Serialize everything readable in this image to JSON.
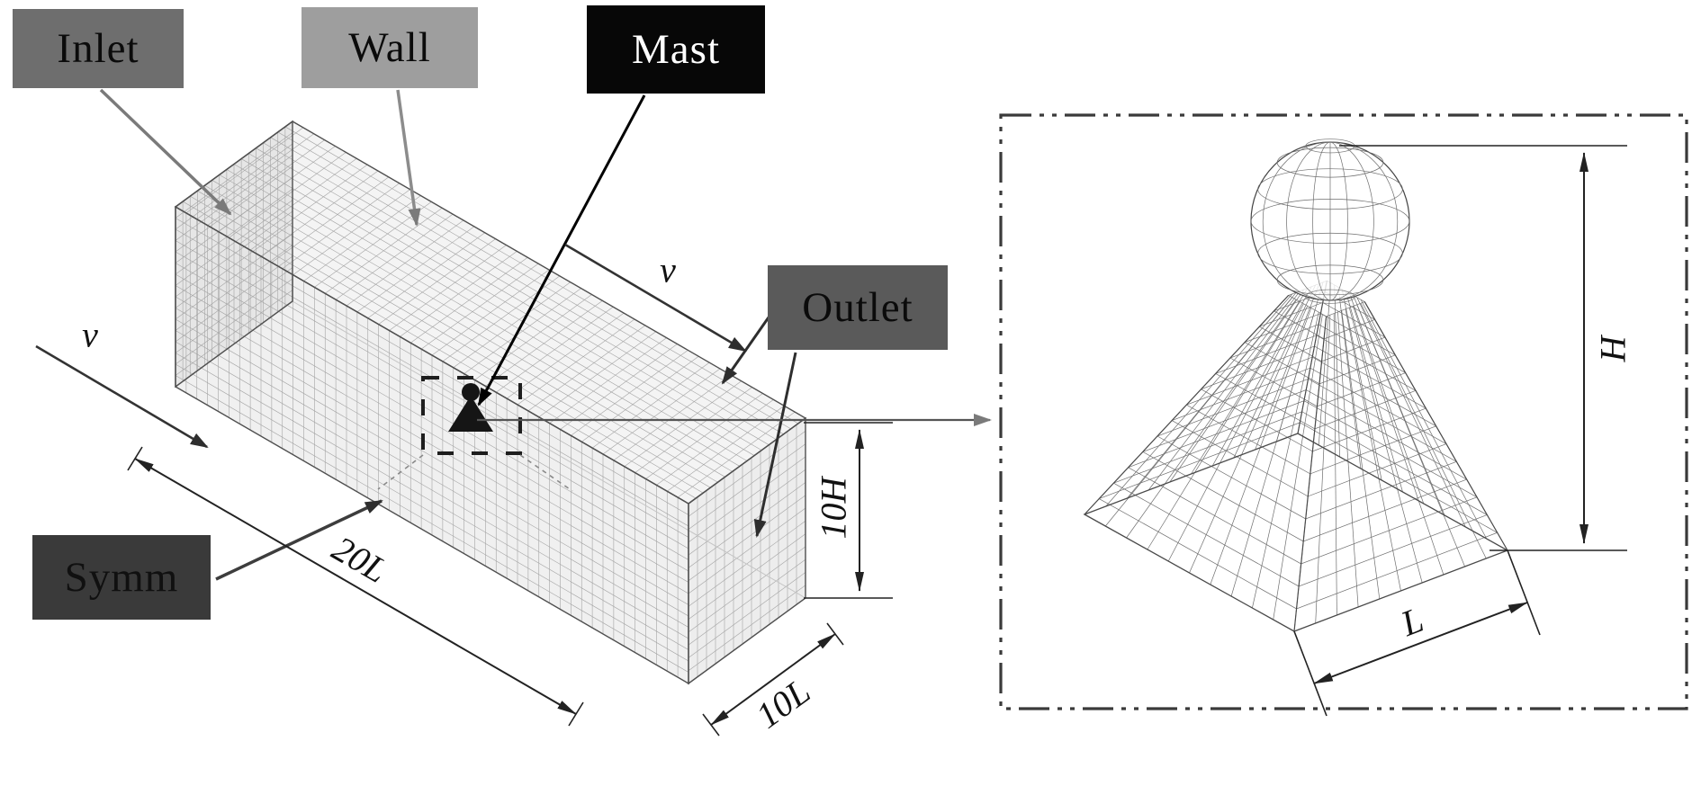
{
  "figure": {
    "labels": {
      "inlet": "Inlet",
      "wall": "Wall",
      "mast": "Mast",
      "outlet": "Outlet",
      "symm": "Symm"
    },
    "dimensions": {
      "length": "20L",
      "width": "10L",
      "height": "10H",
      "mast_height": "H",
      "mast_base": "L",
      "velocity": "v"
    },
    "colors": {
      "inlet_bg": "#6e6e6e",
      "wall_bg": "#9e9e9e",
      "mast_bg": "#070707",
      "mast_text": "#ffffff",
      "outlet_bg": "#5a5a5a",
      "symm_bg": "#3a3a3a",
      "symm_text": "#101010",
      "mesh_line": "#a3a3a3",
      "edge_line": "#4f4f4f",
      "pyramid_line": "#6e6e6e",
      "arrow": "#222222"
    }
  }
}
